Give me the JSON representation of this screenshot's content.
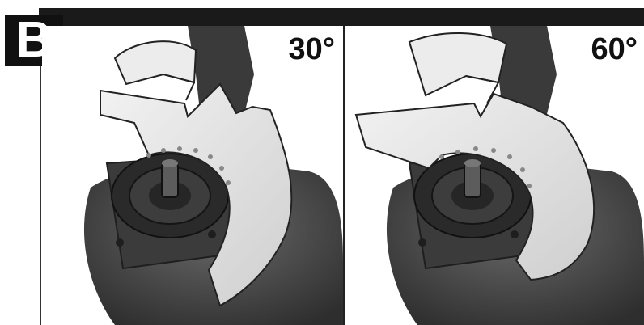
{
  "figure": {
    "section_letter": "B",
    "panels": [
      {
        "angle_label": "30°"
      },
      {
        "angle_label": "60°"
      }
    ]
  },
  "colors": {
    "bar": "#1a1a1a",
    "guard": "#e6e6e6",
    "body": "#4a4a4a",
    "flange": "#2c2c2c"
  }
}
